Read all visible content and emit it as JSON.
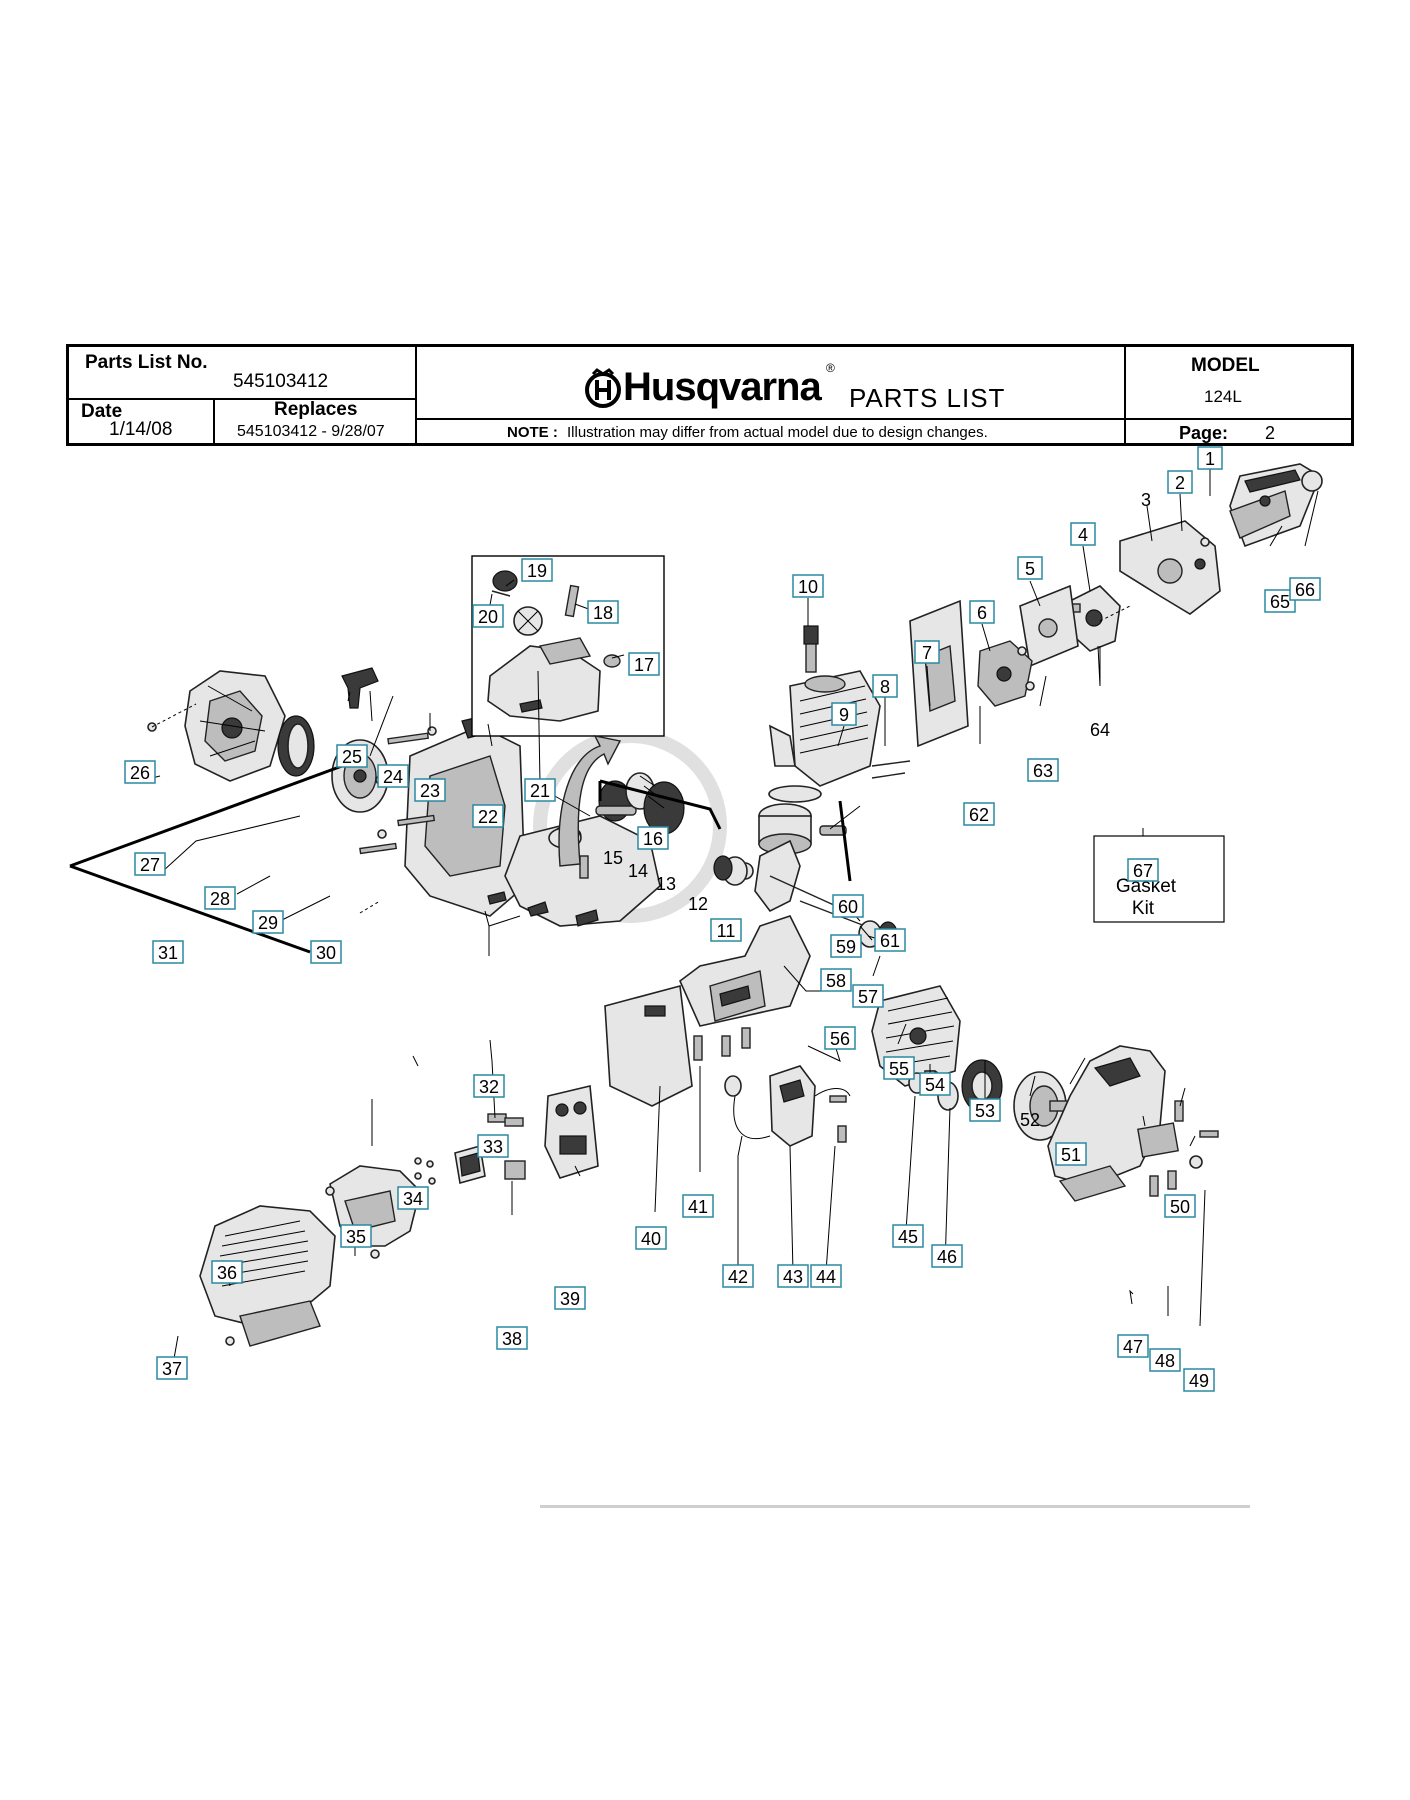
{
  "header": {
    "parts_list_label": "Parts List No.",
    "parts_list_no": "545103412",
    "date_label": "Date",
    "date": "1/14/08",
    "replaces_label": "Replaces",
    "replaces": "545103412 - 9/28/07",
    "brand": "Husqvarna",
    "brand_reg": "®",
    "title": "PARTS LIST",
    "note_label": "NOTE :",
    "note_text": "Illustration may differ from actual model due to design changes.",
    "model_label": "MODEL",
    "model": "124L",
    "page_label": "Page:",
    "page": "2"
  },
  "gasket_kit": {
    "label_line1": "Gasket",
    "label_line2": "Kit"
  },
  "callouts": [
    {
      "n": "1"
    },
    {
      "n": "2"
    },
    {
      "n": "4"
    },
    {
      "n": "5"
    },
    {
      "n": "6"
    },
    {
      "n": "7"
    },
    {
      "n": "8"
    },
    {
      "n": "9"
    },
    {
      "n": "10"
    },
    {
      "n": "11"
    },
    {
      "n": "16"
    },
    {
      "n": "17"
    },
    {
      "n": "18"
    },
    {
      "n": "19"
    },
    {
      "n": "20"
    },
    {
      "n": "21"
    },
    {
      "n": "22"
    },
    {
      "n": "23"
    },
    {
      "n": "24"
    },
    {
      "n": "25"
    },
    {
      "n": "26"
    },
    {
      "n": "27"
    },
    {
      "n": "28"
    },
    {
      "n": "29"
    },
    {
      "n": "30"
    },
    {
      "n": "31"
    },
    {
      "n": "32"
    },
    {
      "n": "33"
    },
    {
      "n": "34"
    },
    {
      "n": "35"
    },
    {
      "n": "36"
    },
    {
      "n": "37"
    },
    {
      "n": "38"
    },
    {
      "n": "39"
    },
    {
      "n": "40"
    },
    {
      "n": "41"
    },
    {
      "n": "42"
    },
    {
      "n": "43"
    },
    {
      "n": "44"
    },
    {
      "n": "45"
    },
    {
      "n": "46"
    },
    {
      "n": "47"
    },
    {
      "n": "48"
    },
    {
      "n": "49"
    },
    {
      "n": "50"
    },
    {
      "n": "51"
    },
    {
      "n": "53"
    },
    {
      "n": "54"
    },
    {
      "n": "55"
    },
    {
      "n": "56"
    },
    {
      "n": "57"
    },
    {
      "n": "58"
    },
    {
      "n": "59"
    },
    {
      "n": "60"
    },
    {
      "n": "61"
    },
    {
      "n": "62"
    },
    {
      "n": "63"
    },
    {
      "n": "65"
    },
    {
      "n": "66"
    },
    {
      "n": "67"
    }
  ],
  "plain_labels": [
    {
      "n": "3"
    },
    {
      "n": "12"
    },
    {
      "n": "13"
    },
    {
      "n": "14"
    },
    {
      "n": "15"
    },
    {
      "n": "52"
    },
    {
      "n": "64"
    }
  ]
}
